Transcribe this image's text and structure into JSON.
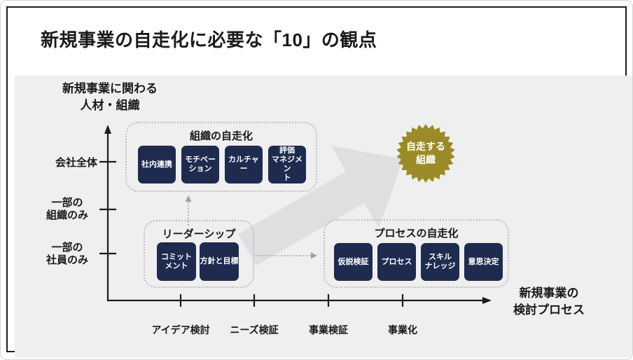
{
  "title": "新規事業の自走化に必要な「10」の観点",
  "y_axis": {
    "title": "新規事業に関わる\n人材・組織",
    "tick_labels": [
      "会社全体",
      "一部の\n組織のみ",
      "一部の\n社員のみ"
    ]
  },
  "x_axis": {
    "title": "新規事業の\n検討プロセス",
    "tick_labels": [
      "アイデア検討",
      "ニーズ検証",
      "事業検証",
      "事業化"
    ]
  },
  "groups": [
    {
      "title": "組織の自走化",
      "items": [
        "社内連携",
        "モチベー\nション",
        "カルチャー",
        "評価\nマネジメン\nト"
      ]
    },
    {
      "title": "リーダーシップ",
      "items": [
        "コミット\nメント",
        "方針と目標"
      ]
    },
    {
      "title": "プロセスの自走化",
      "items": [
        "仮説検証",
        "プロセス",
        "スキル\nナレッジ",
        "意思決定"
      ]
    }
  ],
  "badge": {
    "label": "自走する\n組織",
    "color": "#9a8b28"
  },
  "colors": {
    "box_navy": "#1e2b4f",
    "canvas_gray": "#efeff0",
    "arrow_gray": "#dfdfe1",
    "axis_black": "#1b1b1b",
    "dotted_connector": "#a0a0a0",
    "group_border": "#bdbdbd"
  }
}
